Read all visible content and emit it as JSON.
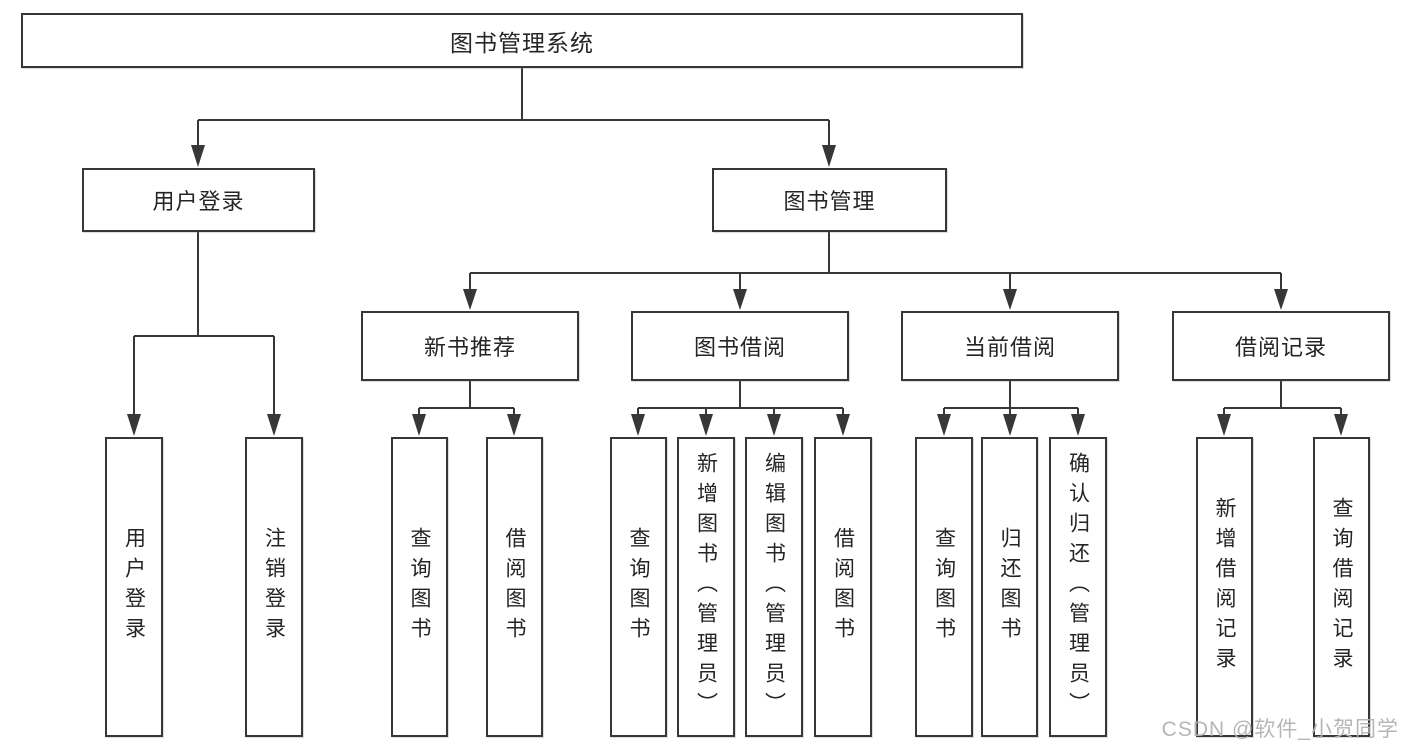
{
  "diagram_title": "图书管理系统",
  "tree": {
    "label": "图书管理系统",
    "children": [
      {
        "label": "用户登录",
        "children": [
          {
            "label": "用户登录"
          },
          {
            "label": "注销登录"
          }
        ]
      },
      {
        "label": "图书管理",
        "children": [
          {
            "label": "新书推荐",
            "children": [
              {
                "label": "查询图书"
              },
              {
                "label": "借阅图书"
              }
            ]
          },
          {
            "label": "图书借阅",
            "children": [
              {
                "label": "查询图书"
              },
              {
                "label": "新增图书（管理员）"
              },
              {
                "label": "编辑图书（管理员）"
              },
              {
                "label": "借阅图书"
              }
            ]
          },
          {
            "label": "当前借阅",
            "children": [
              {
                "label": "查询图书"
              },
              {
                "label": "归还图书"
              },
              {
                "label": "确认归还（管理员）"
              }
            ]
          },
          {
            "label": "借阅记录",
            "children": [
              {
                "label": "新增借阅记录"
              },
              {
                "label": "查询借阅记录"
              }
            ]
          }
        ]
      }
    ]
  },
  "watermark": "CSDN @软件_小贺同学",
  "colors": {
    "line": "#373737",
    "box_border": "#373737",
    "text": "#252525",
    "watermark": "#b2b2b2",
    "background": "#ffffff"
  }
}
